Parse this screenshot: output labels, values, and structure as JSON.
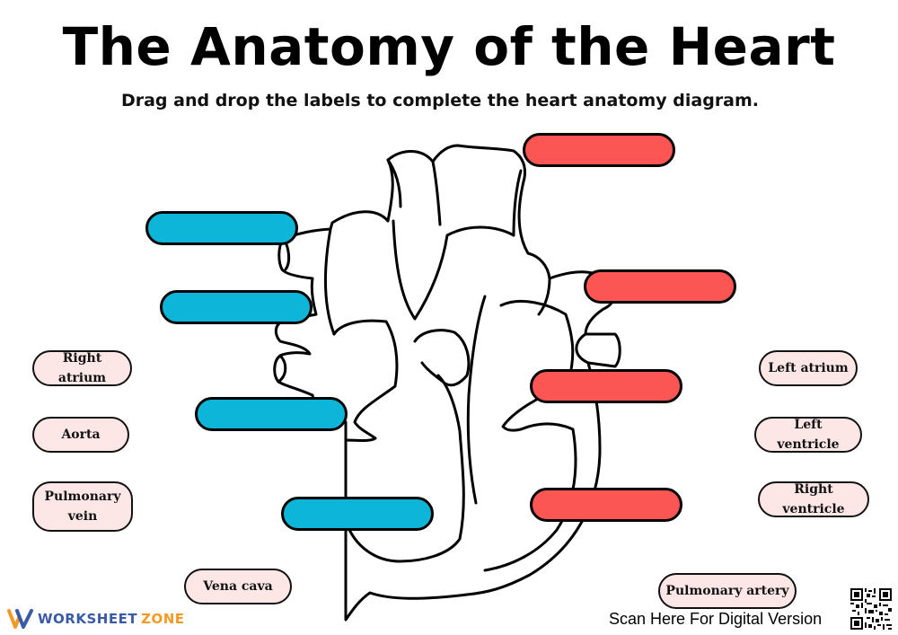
{
  "header": {
    "title": "The Anatomy of the Heart",
    "instructions": "Drag and drop the labels to complete the heart anatomy diagram."
  },
  "colors": {
    "blue_slot": "#0db6d8",
    "red_slot": "#fc5654",
    "label_fill": "#fde6e6"
  },
  "labels": {
    "right_atrium": "Right atrium",
    "aorta": "Aorta",
    "pulmonary_vein": "Pulmonary vein",
    "vena_cava": "Vena cava",
    "left_atrium": "Left atrium",
    "left_ventricle": "Left ventricle",
    "right_ventricle": "Right ventricle",
    "pulmonary_artery": "Pulmonary artery"
  },
  "footer": {
    "brand_part1": "WORKSHEET",
    "brand_part2": "ZONE",
    "scan_text": "Scan Here For Digital Version"
  }
}
